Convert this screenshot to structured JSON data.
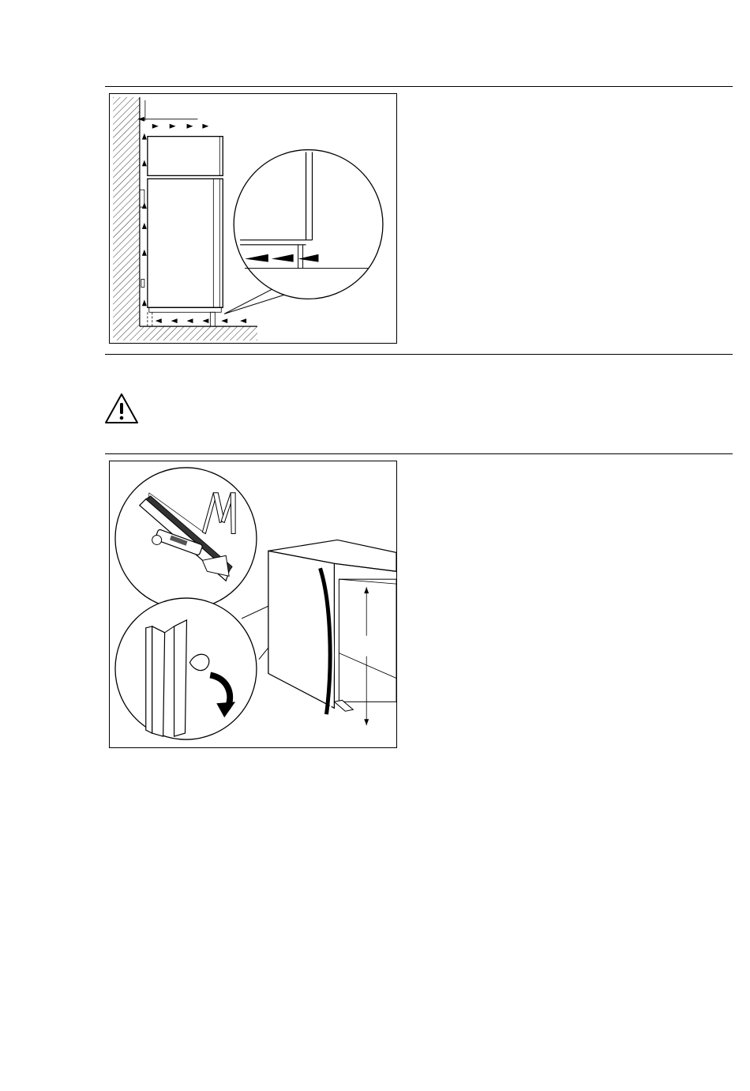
{
  "page": {
    "figures": [
      {
        "id": "ventilation-diagram",
        "icon": "ventilation-airflow-diagram"
      },
      {
        "id": "seal-strip-diagram",
        "icon": "seal-strip-installation-diagram"
      }
    ],
    "warning": {
      "icon": "warning-triangle-icon"
    }
  }
}
